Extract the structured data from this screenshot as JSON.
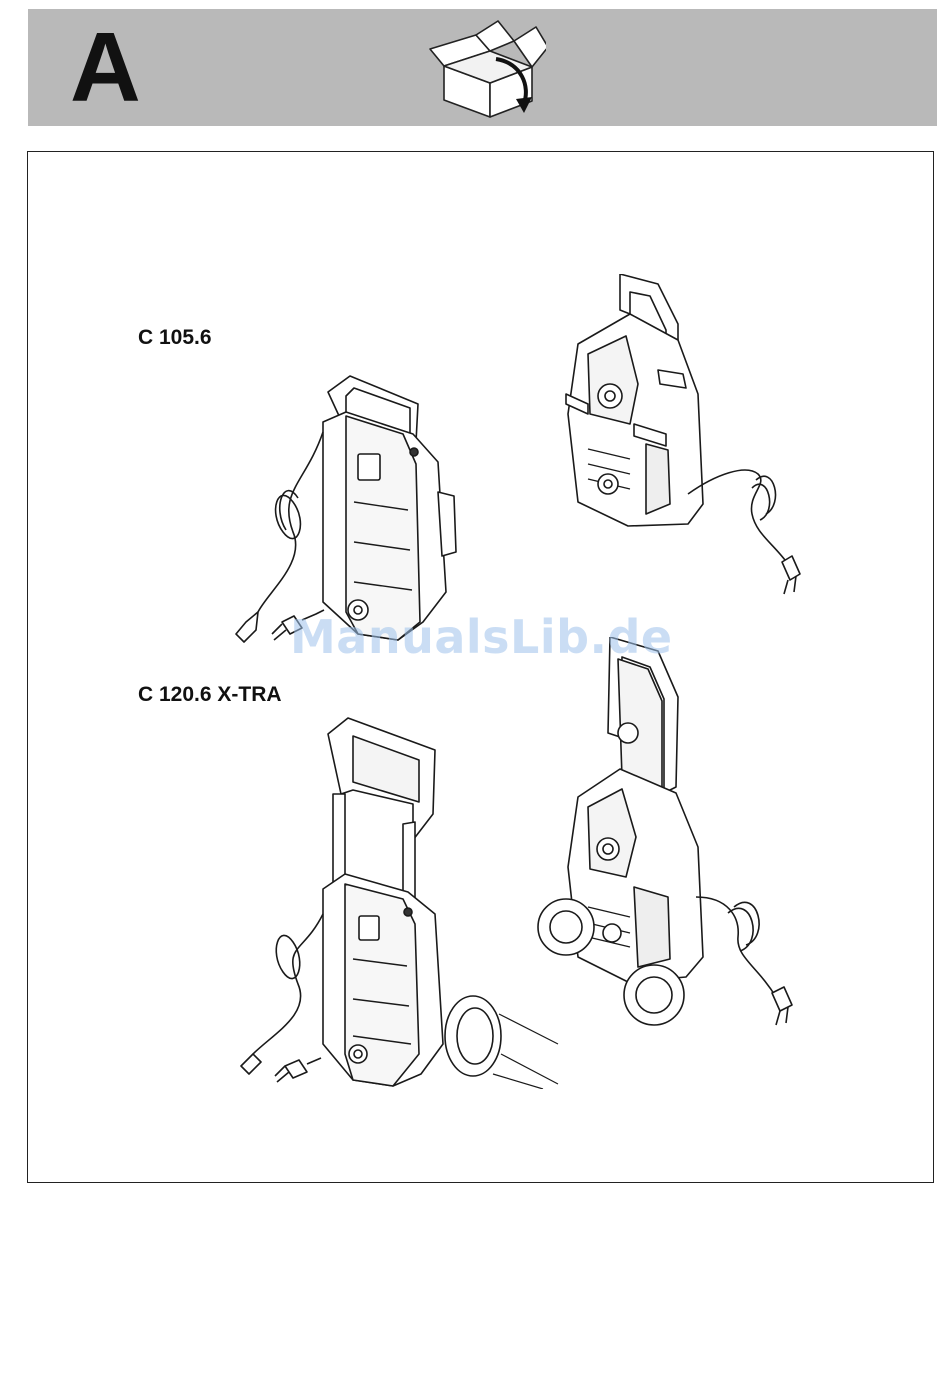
{
  "header": {
    "section_letter": "A",
    "icon": "open-box-unpack-icon"
  },
  "models": [
    {
      "label": "C 105.6"
    },
    {
      "label": "C 120.6 X-TRA"
    }
  ],
  "watermark": "ManualsLib.de",
  "illustrations": [
    {
      "name": "c105-front-icon"
    },
    {
      "name": "c105-rear-icon"
    },
    {
      "name": "c120-front-icon"
    },
    {
      "name": "c120-rear-icon"
    }
  ]
}
